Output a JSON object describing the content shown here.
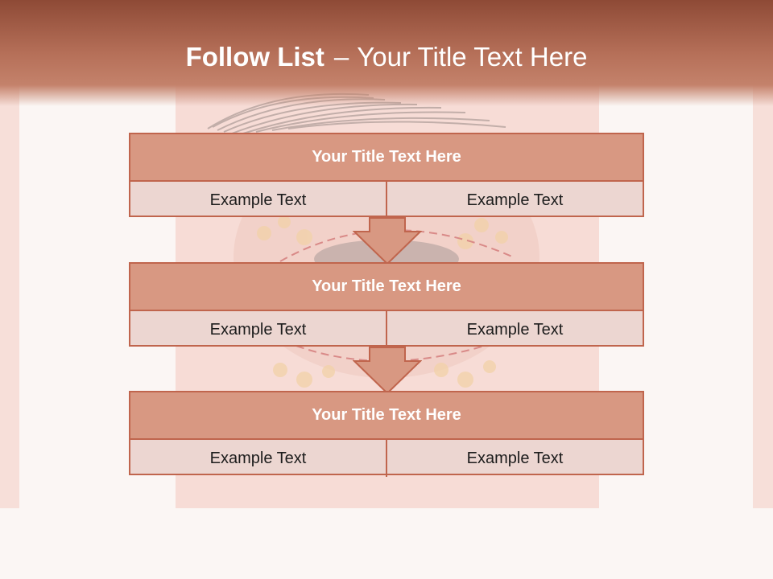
{
  "slide": {
    "title_bold": "Follow List",
    "title_dash": "–",
    "title_rest": "Your Title Text Here"
  },
  "cards": [
    {
      "title": "Your Title Text Here",
      "left": "Example Text",
      "right": "Example Text"
    },
    {
      "title": "Your Title Text Here",
      "left": "Example Text",
      "right": "Example Text"
    },
    {
      "title": "Your Title Text Here",
      "left": "Example Text",
      "right": "Example Text"
    }
  ],
  "colors": {
    "header": "#b56f58",
    "card_title_fill": "#d89882",
    "card_border": "#c0654d",
    "card_cell_fill": "#ecd6d1",
    "arrow_fill": "#d89882"
  }
}
